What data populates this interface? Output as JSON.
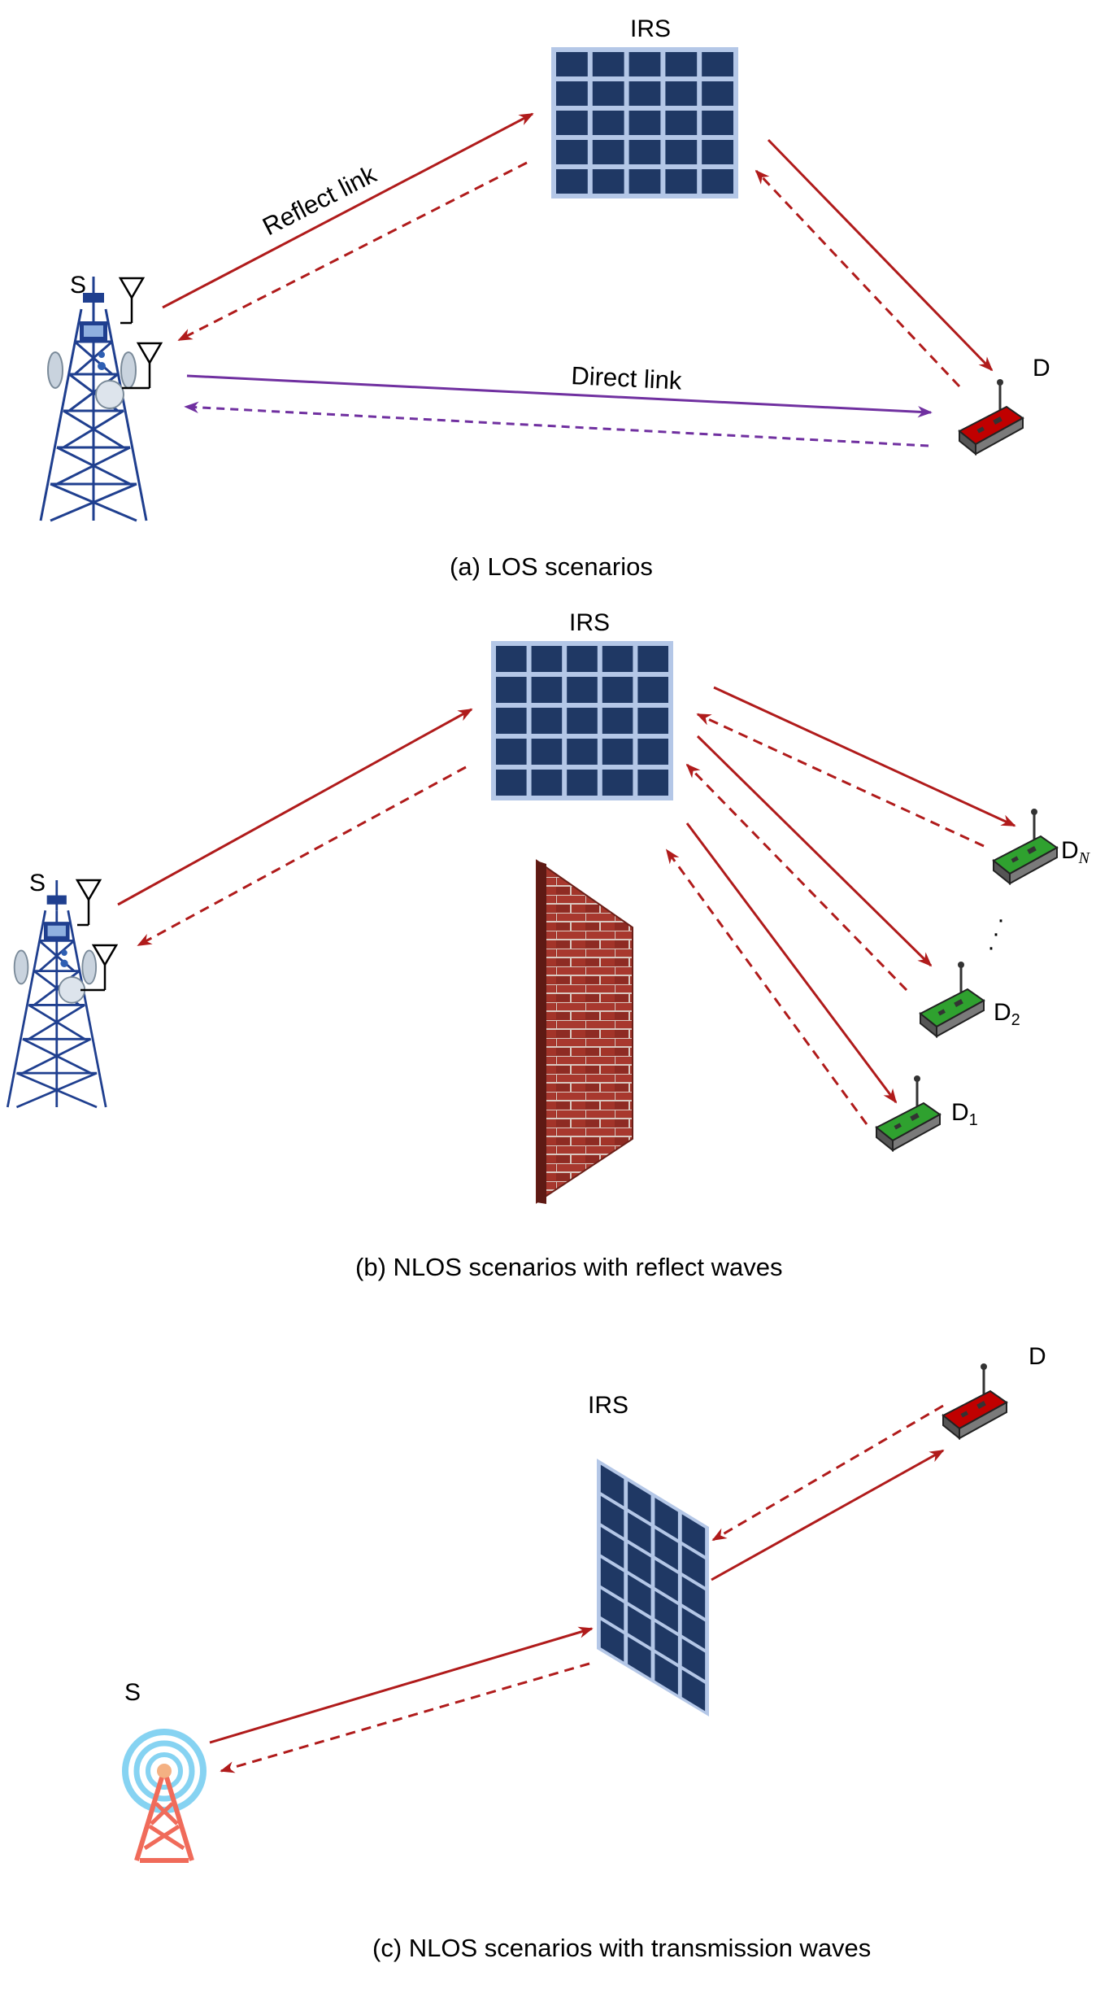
{
  "colors": {
    "arrow_red": "#b01b1b",
    "arrow_purple": "#7030a0",
    "irs_fill": "#1f3864",
    "irs_grid": "#b4c7e7",
    "device_red": "#c00000",
    "device_green": "#2fa12f",
    "tower_blue": "#1f3f8f",
    "brick": "#8b2a22"
  },
  "panel_a": {
    "irs_label": "IRS",
    "source_label": "S",
    "dest_label": "D",
    "reflect_link_label": "Reflect link",
    "direct_link_label": "Direct link",
    "caption": "(a)  LOS scenarios"
  },
  "panel_b": {
    "irs_label": "IRS",
    "source_label": "S",
    "dn_label": "D",
    "dn_sub": "N",
    "d2_label": "D",
    "d2_sub": "2",
    "d1_label": "D",
    "d1_sub": "1",
    "ellipsis": "·",
    "caption": "(b)  NLOS scenarios with reflect waves"
  },
  "panel_c": {
    "irs_label": "IRS",
    "source_label": "S",
    "dest_label": "D",
    "caption": "(c)  NLOS scenarios with transmission waves"
  },
  "icons": {
    "tower": "lattice-tower-icon",
    "antenna": "antenna-icon",
    "device": "iot-device-icon",
    "wall": "brick-wall-icon",
    "broadcast": "broadcast-tower-icon"
  }
}
